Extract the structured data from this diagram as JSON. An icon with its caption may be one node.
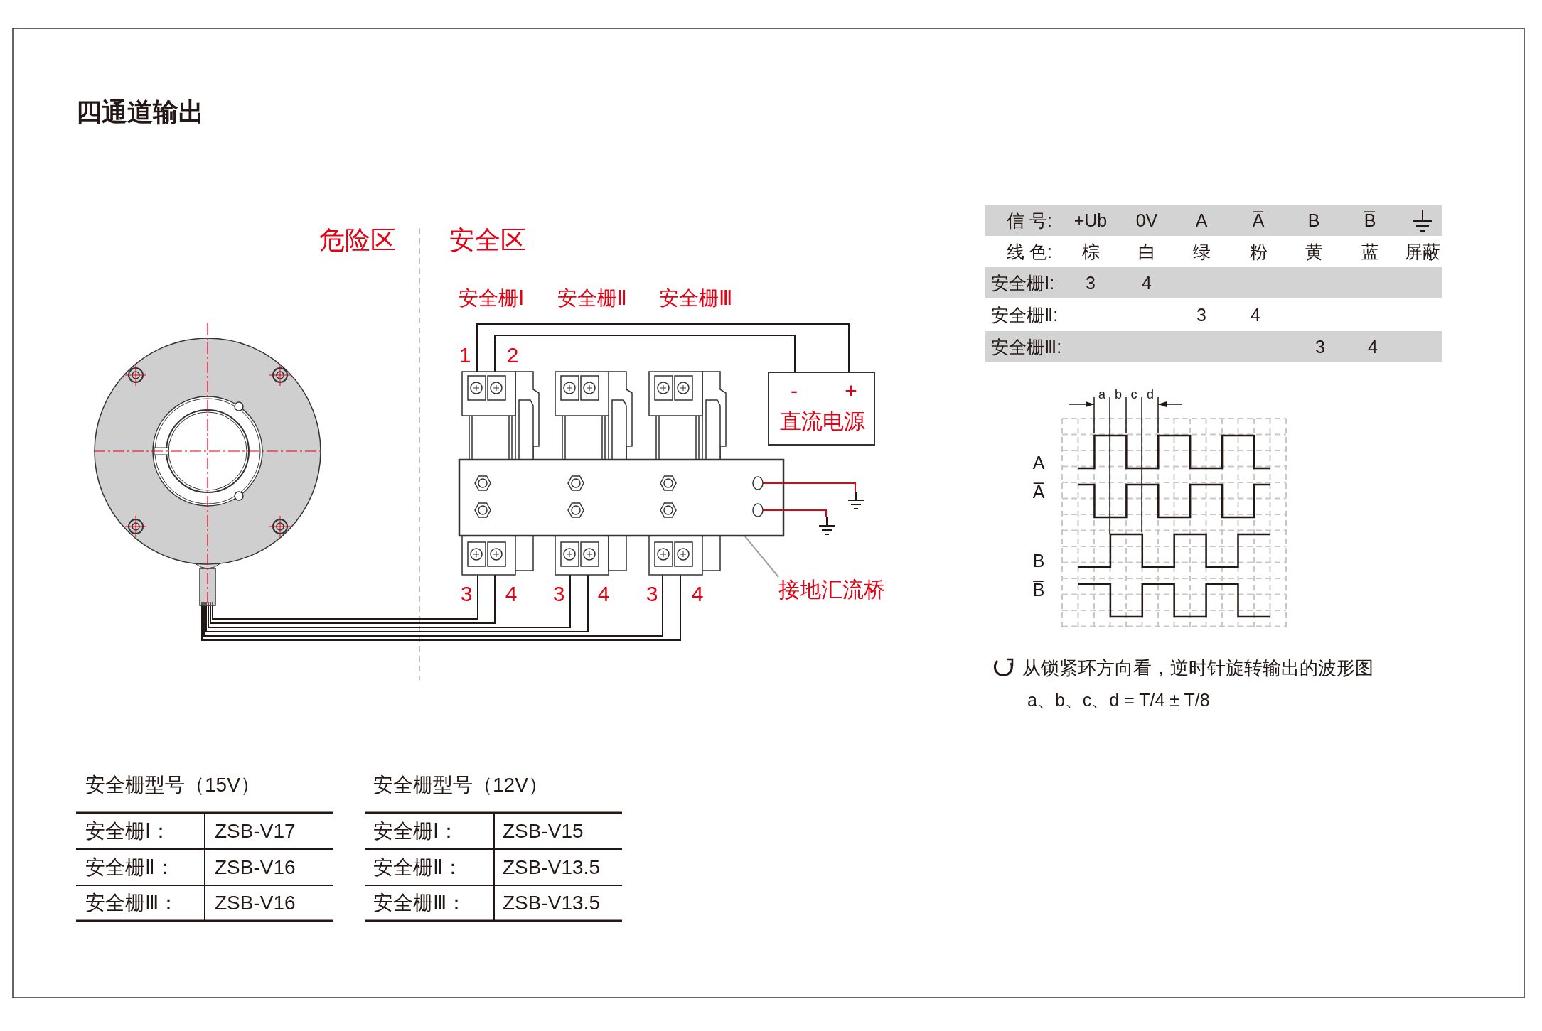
{
  "diagram": {
    "title": "四通道输出",
    "nodes": [
      {
        "text": [],
        "shape": "picture"
      },
      {
        "text": [],
        "shape": "picture"
      },
      {
        "text": [],
        "shape": "picture"
      },
      {
        "text": [],
        "shape": "picture"
      },
      {
        "text": [
          "-",
          "+",
          "直流电源"
        ]
      },
      {
        "text": [],
        "shape": "bar"
      },
      {
        "text": [
          "接地汇流桥"
        ]
      },
      {
        "text": [],
        "shape": "ground"
      },
      {
        "text": [],
        "shape": "ground"
      }
    ],
    "edges": [
      {
        "from": 1,
        "to": 4,
        "arrow": "none"
      },
      {
        "from": 1,
        "to": 4,
        "arrow": "none"
      },
      {
        "from": 0,
        "to": 1,
        "arrow": "none"
      },
      {
        "from": 0,
        "to": 1,
        "arrow": "none"
      },
      {
        "from": 0,
        "to": 2,
        "arrow": "none"
      },
      {
        "from": 0,
        "to": 2,
        "arrow": "none"
      },
      {
        "from": 0,
        "to": 3,
        "arrow": "none"
      },
      {
        "from": 0,
        "to": 3,
        "arrow": "none"
      },
      {
        "from": 6,
        "to": 5,
        "arrow": "none",
        "color": "#a0a0a0"
      },
      {
        "from": 5,
        "to": 7,
        "arrow": "none",
        "color": "#e60012"
      },
      {
        "from": 5,
        "to": 8,
        "arrow": "none",
        "color": "#e60012"
      }
    ],
    "labels": [
      "危险区",
      "安全区",
      "安全栅Ⅰ",
      "安全栅Ⅱ",
      "安全栅Ⅲ",
      "1",
      "2",
      "3",
      "4",
      "3",
      "4",
      "3",
      "4",
      "信 号:",
      "+Ub",
      "0V",
      "A",
      "A̅",
      "B",
      "B̅",
      "线 色:",
      "棕",
      "白",
      "绿",
      "粉",
      "黄",
      "蓝",
      "屏蔽",
      "安全栅Ⅰ:",
      "3",
      "4",
      "安全栅Ⅱ:",
      "3",
      "4",
      "安全栅Ⅲ:",
      "3",
      "4",
      "a",
      "b",
      "c",
      "d",
      "A",
      "A̅",
      "B",
      "B̅",
      "从锁紧环方向看，逆时针旋转输出的波形图",
      "a、b、c、d = T/4 ± T/8",
      "安全栅型号（15V）",
      "安全栅Ⅰ：",
      "ZSB-V17",
      "安全栅Ⅱ：",
      "ZSB-V16",
      "安全栅Ⅲ：",
      "ZSB-V16",
      "安全栅型号（12V）",
      "安全栅Ⅰ：",
      "ZSB-V15",
      "安全栅Ⅱ：",
      "ZSB-V13.5",
      "安全栅Ⅲ：",
      "ZSB-V13.5"
    ]
  }
}
